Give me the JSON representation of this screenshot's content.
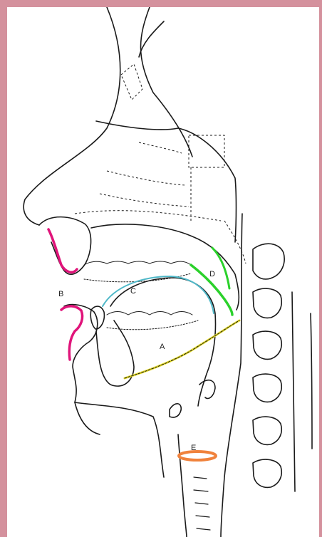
{
  "diagram": {
    "labels": {
      "A": "A",
      "B": "B",
      "C": "C",
      "D": "D",
      "E": "E"
    },
    "colors": {
      "border": "#d4919d",
      "ink": "#1a1a1a",
      "lips": "#e0147a",
      "tongue_back": "#4fb8c8",
      "velum": "#2bd12b",
      "tongue_base": "#e6dc2a",
      "larynx": "#f0823c"
    }
  }
}
